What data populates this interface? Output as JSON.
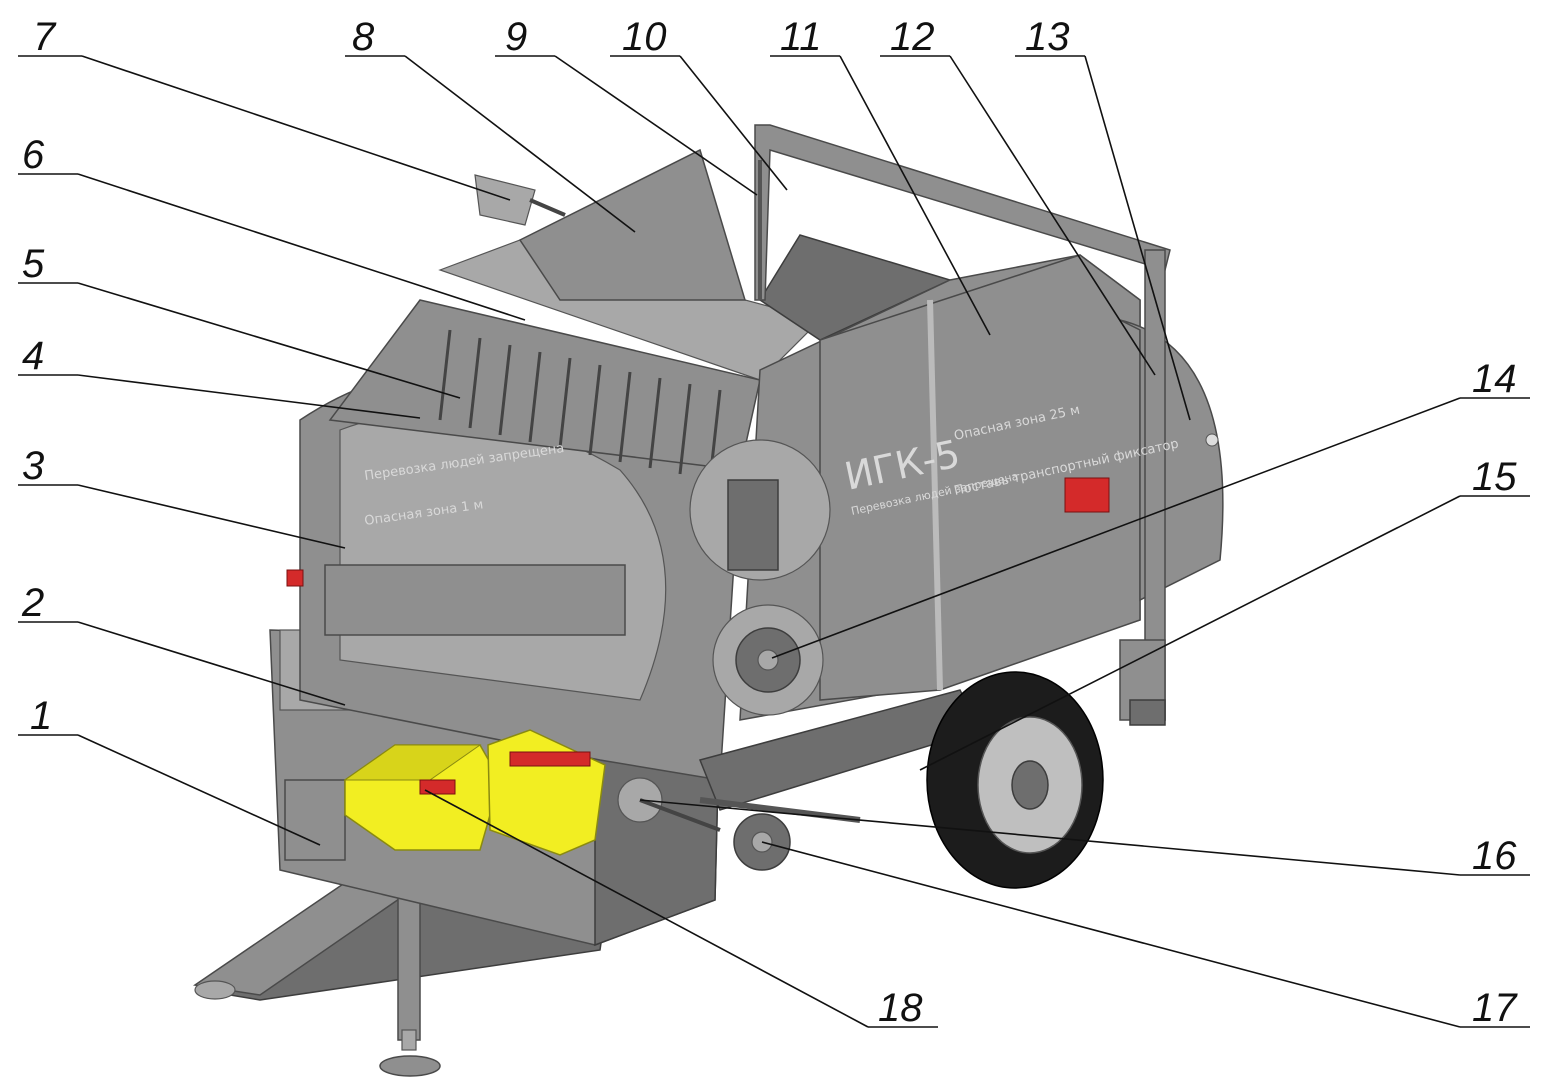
{
  "machine": {
    "model_label": "ИГК-5",
    "decal_left_1": "Перевозка людей запрещена",
    "decal_left_2": "Опасная зона 1 м",
    "decal_right_1": "Опасная зона 25 м",
    "decal_right_2": "Поставь транспортный фиксатор",
    "decal_side": "Перевозка людей запрещена"
  },
  "callouts": [
    {
      "id": "1",
      "label": "1"
    },
    {
      "id": "2",
      "label": "2"
    },
    {
      "id": "3",
      "label": "3"
    },
    {
      "id": "4",
      "label": "4"
    },
    {
      "id": "5",
      "label": "5"
    },
    {
      "id": "6",
      "label": "6"
    },
    {
      "id": "7",
      "label": "7"
    },
    {
      "id": "8",
      "label": "8"
    },
    {
      "id": "9",
      "label": "9"
    },
    {
      "id": "10",
      "label": "10"
    },
    {
      "id": "11",
      "label": "11"
    },
    {
      "id": "12",
      "label": "12"
    },
    {
      "id": "13",
      "label": "13"
    },
    {
      "id": "14",
      "label": "14"
    },
    {
      "id": "15",
      "label": "15"
    },
    {
      "id": "16",
      "label": "16"
    },
    {
      "id": "17",
      "label": "17"
    },
    {
      "id": "18",
      "label": "18"
    }
  ],
  "colors": {
    "body": "#8f8f8f",
    "guard": "#f2ee22",
    "reflector": "#d42a2a",
    "tire": "#1c1c1c"
  }
}
